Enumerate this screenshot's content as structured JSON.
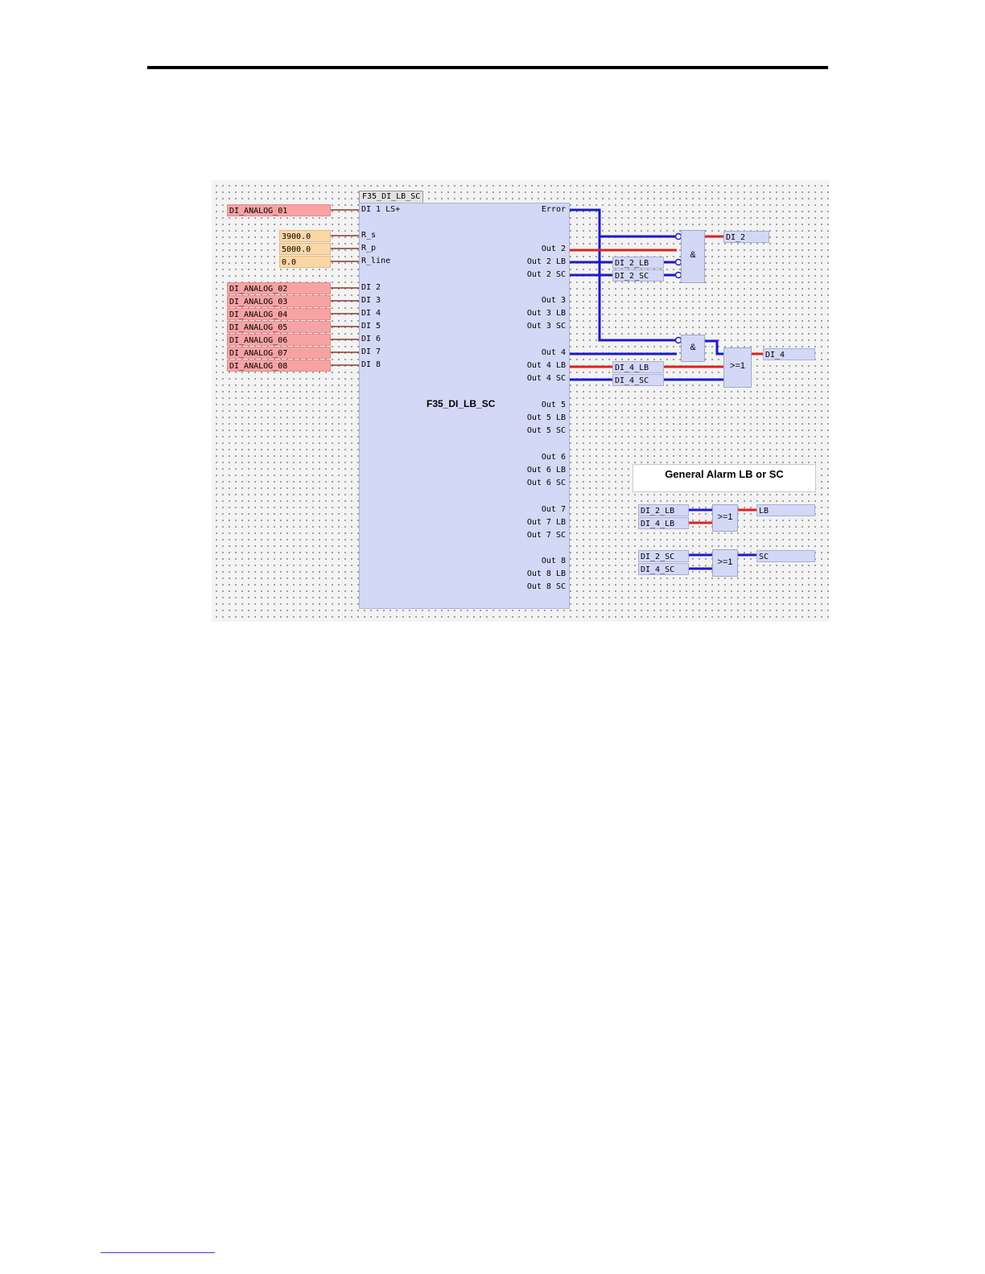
{
  "function_block": {
    "tab": "F35_DI_LB_SC",
    "center_label": "F35_DI_LB_SC",
    "inputs": [
      "DI 1 LS+",
      "R_s",
      "R_p",
      "R_line",
      "DI 2",
      "DI 3",
      "DI 4",
      "DI 5",
      "DI 6",
      "DI 7",
      "DI 8"
    ],
    "outputs": [
      "Error",
      "Out 2",
      "Out 2 LB",
      "Out 2 SC",
      "Out 3",
      "Out 3 LB",
      "Out 3 SC",
      "Out 4",
      "Out 4 LB",
      "Out 4 SC",
      "Out 5",
      "Out 5 LB",
      "Out 5 SC",
      "Out 6",
      "Out 6 LB",
      "Out 6 SC",
      "Out 7",
      "Out 7 LB",
      "Out 7 SC",
      "Out 8",
      "Out 8 LB",
      "Out 8 SC"
    ]
  },
  "input_vars": [
    "DI_ANALOG_01",
    "DI_ANALOG_02",
    "DI_ANALOG_03",
    "DI_ANALOG_04",
    "DI_ANALOG_05",
    "DI_ANALOG_06",
    "DI_ANALOG_07",
    "DI_ANALOG_08"
  ],
  "constants": [
    "3900.0",
    "5000.0",
    "0.0"
  ],
  "logic": {
    "and_label": "&",
    "or_label": ">=1",
    "di2_lb": "DI_2_LB",
    "di2_sc": "DI_2_SC",
    "di2_out": "DI_2",
    "di4_lb": "DI_4_LB",
    "di4_sc": "DI_4_SC",
    "di4_out": "DI_4"
  },
  "general_alarm": {
    "title": "General Alarm LB or SC",
    "lb_inputs": [
      "DI_2_LB",
      "DI_4_LB"
    ],
    "lb_output": "LB",
    "sc_inputs": [
      "DI_2_SC",
      "DI_4_SC"
    ],
    "sc_output": "SC"
  },
  "colors": {
    "signal_true": "#e02020",
    "signal_false": "#1a1acc",
    "dimmed_wire": "#8a3a2a"
  }
}
